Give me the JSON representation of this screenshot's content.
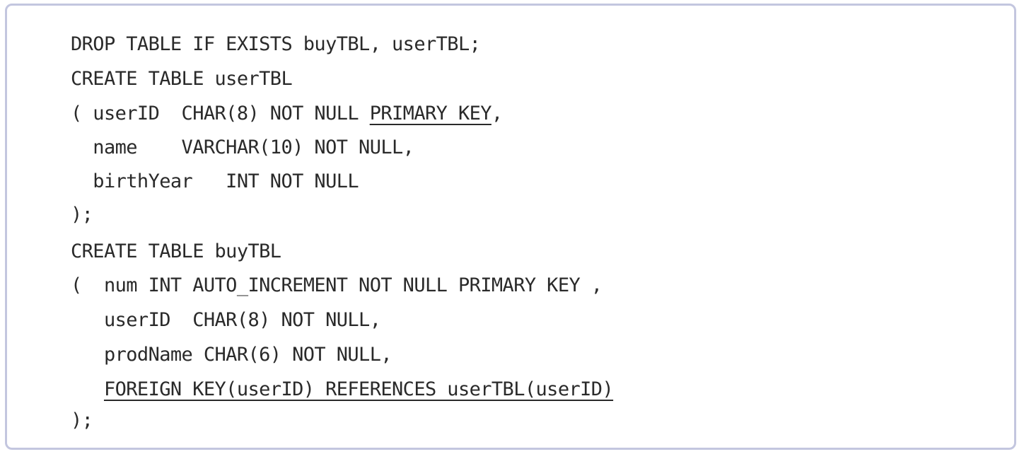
{
  "code": {
    "line1": "DROP TABLE IF EXISTS buyTBL, userTBL;",
    "line2": "CREATE TABLE userTBL",
    "line3": {
      "pre": "( userID  CHAR(8) NOT NULL ",
      "underlined": "PRIMARY KEY",
      "post": ","
    },
    "line4": "  name    VARCHAR(10) NOT NULL,",
    "line5": "  birthYear   INT NOT NULL",
    "line6": ");",
    "line7": "CREATE TABLE buyTBL",
    "line8": "(  num INT AUTO_INCREMENT NOT NULL PRIMARY KEY ,",
    "line9": "   userID  CHAR(8) NOT NULL,",
    "line10": "   prodName CHAR(6) NOT NULL,",
    "line11": {
      "pre": "   ",
      "underlined": "FOREIGN KEY(userID) REFERENCES userTBL(userID)"
    },
    "line12": ");"
  }
}
